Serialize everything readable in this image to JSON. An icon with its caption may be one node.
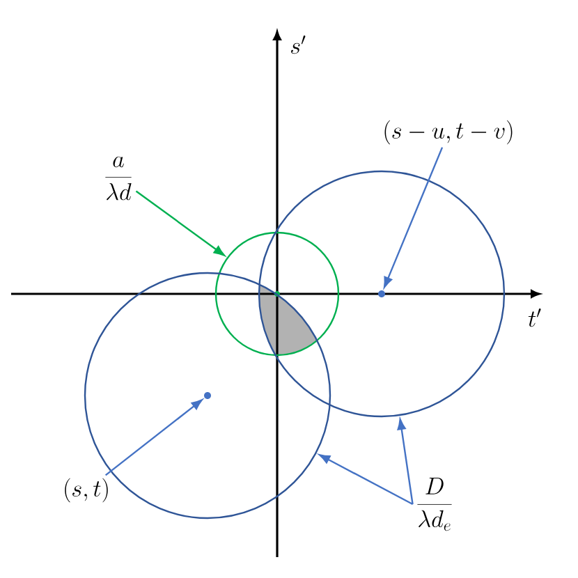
{
  "diagram": {
    "nodes": [
      {
        "text": [
          "\\frac{a}{\\lambda d}"
        ]
      },
      {
        "text": [
          "(s-u,t-v)"
        ]
      },
      {
        "text": [],
        "shape": "circle"
      },
      {
        "text": [],
        "shape": "circle"
      },
      {
        "text": [],
        "shape": "circle",
        "in": 3
      },
      {
        "text": [],
        "shape": "circle"
      },
      {
        "text": [],
        "shape": "circle",
        "in": 5
      },
      {
        "text": [
          "(s,t)"
        ]
      },
      {
        "text": [
          "\\frac{D}{\\lambda d_e}"
        ]
      }
    ],
    "edges": [
      {
        "from": 0,
        "to": 2,
        "arrow": "to",
        "color": "#00b050"
      },
      {
        "from": 1,
        "to": 4,
        "arrow": "to"
      },
      {
        "from": 7,
        "to": 6,
        "arrow": "to"
      },
      {
        "from": 8,
        "to": 5,
        "arrow": "to"
      },
      {
        "from": 8,
        "to": 3,
        "arrow": "to"
      }
    ],
    "labels": [
      "s'",
      "t'"
    ]
  }
}
